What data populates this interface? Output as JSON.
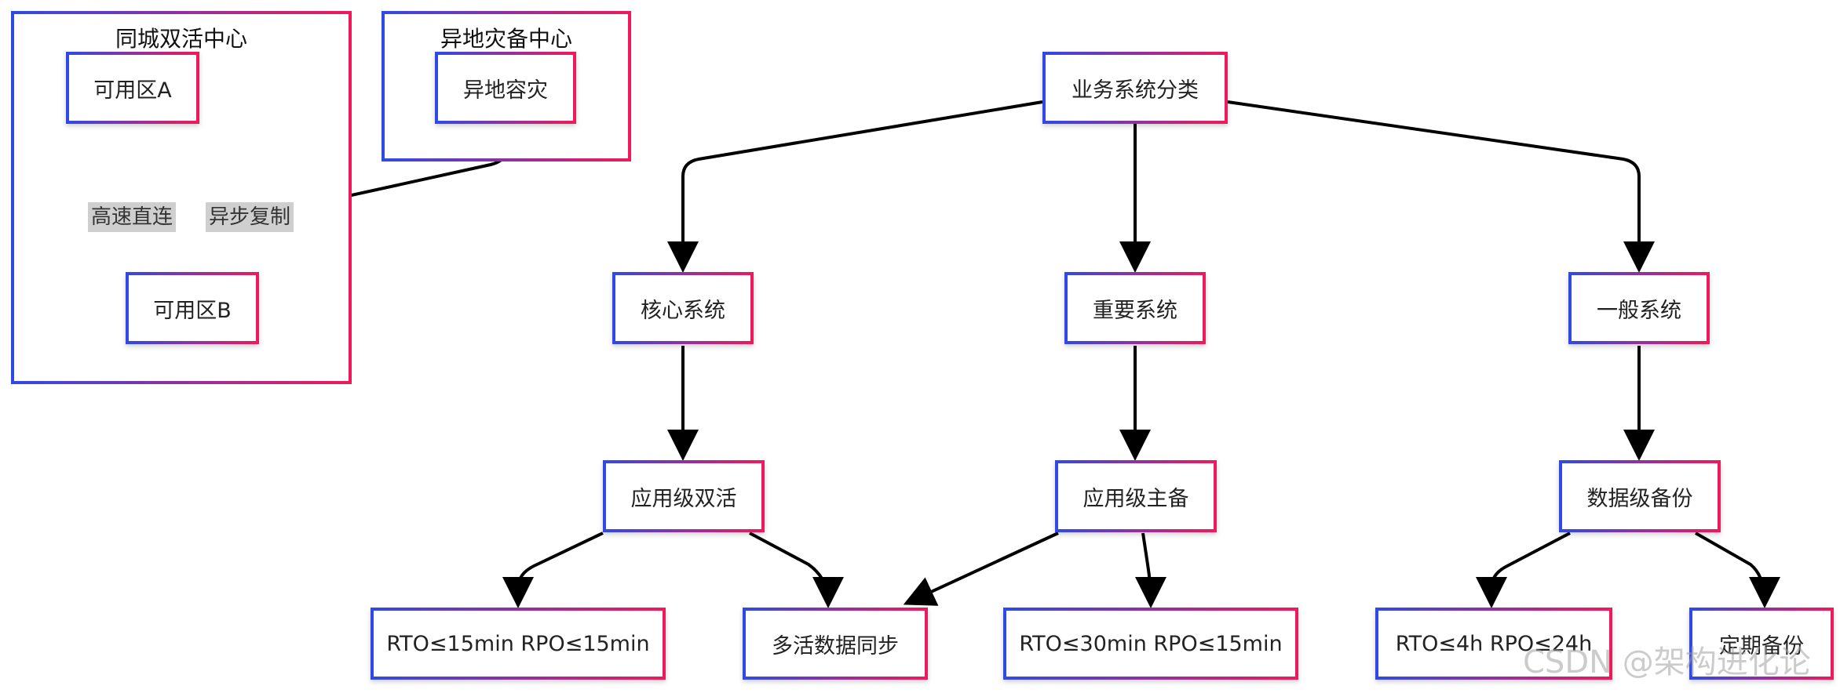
{
  "groups": {
    "local_dc": {
      "title": "同城双活中心"
    },
    "remote_dc": {
      "title": "异地灾备中心"
    }
  },
  "nodes": {
    "zone_a": "可用区A",
    "zone_b": "可用区B",
    "remote_dr": "异地容灾",
    "root": "业务系统分类",
    "core": "核心系统",
    "important": "重要系统",
    "general": "一般系统",
    "app_active": "应用级双活",
    "app_standby": "应用级主备",
    "data_backup": "数据级备份",
    "rto_core": "RTO≤15min RPO≤15min",
    "multi_sync": "多活数据同步",
    "rto_important": "RTO≤30min RPO≤15min",
    "rto_general": "RTO≤4h RPO≤24h",
    "periodic_backup": "定期备份"
  },
  "edge_labels": {
    "high_speed": "高速直连",
    "async_copy": "异步复制"
  },
  "watermark": "CSDN @架构进化论",
  "colors": {
    "border_start": "#2f49e6",
    "border_end": "#f0195a",
    "edge": "#000000",
    "label_bg": "#cfcfcf"
  }
}
